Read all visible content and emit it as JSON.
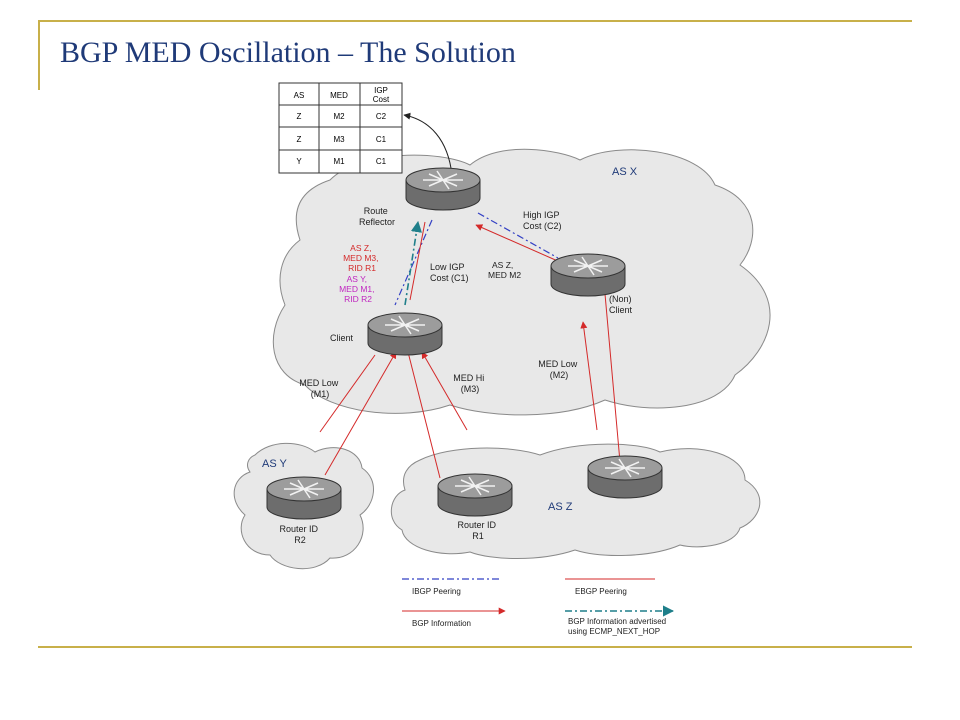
{
  "slide": {
    "title": "BGP MED Oscillation – The Solution"
  },
  "table": {
    "headers": [
      "AS",
      "MED",
      "IGP",
      "Cost"
    ],
    "rows": [
      [
        "Z",
        "M2",
        "C2"
      ],
      [
        "Z",
        "M3",
        "C1"
      ],
      [
        "Y",
        "M1",
        "C1"
      ]
    ]
  },
  "clouds": {
    "as_x": "AS X",
    "as_y": "AS Y",
    "as_z": "AS Z"
  },
  "routers": {
    "rr": [
      "Route",
      "Reflector"
    ],
    "client": "Client",
    "nonclient": [
      "(Non)",
      "Client"
    ],
    "r2": [
      "Router ID",
      "R2"
    ],
    "r1": [
      "Router ID",
      "R1"
    ]
  },
  "labels": {
    "adv_red": [
      "AS Z,",
      "MED M3,",
      "RID R1"
    ],
    "adv_magenta": [
      "AS Y,",
      "MED M1,",
      "RID R2"
    ],
    "low_igp": [
      "Low IGP",
      "Cost (C1)"
    ],
    "high_igp": [
      "High IGP",
      "Cost (C2)"
    ],
    "asz_med": [
      "AS Z,",
      "MED M2"
    ],
    "med_low_m1": [
      "MED Low",
      "(M1)"
    ],
    "med_hi_m3": [
      "MED Hi",
      "(M3)"
    ],
    "med_low_m2": [
      "MED Low",
      "(M2)"
    ]
  },
  "legend": {
    "ibgp": "IBGP Peering",
    "ebgp": "EBGP Peering",
    "bgp_info": "BGP Information",
    "ecmp": [
      "BGP Information advertised",
      "using ECMP_NEXT_HOP"
    ]
  },
  "colors": {
    "title": "#1f3a78",
    "accent_rule": "#c8b04a",
    "ebgp_red": "#d42a2a",
    "ibgp_blue": "#3340c4",
    "ecmp_teal": "#1f7f8a",
    "magenta": "#c026c0",
    "cloud_fill": "#e6e6e6"
  },
  "icons": [
    "router-icon",
    "cloud-shape"
  ]
}
